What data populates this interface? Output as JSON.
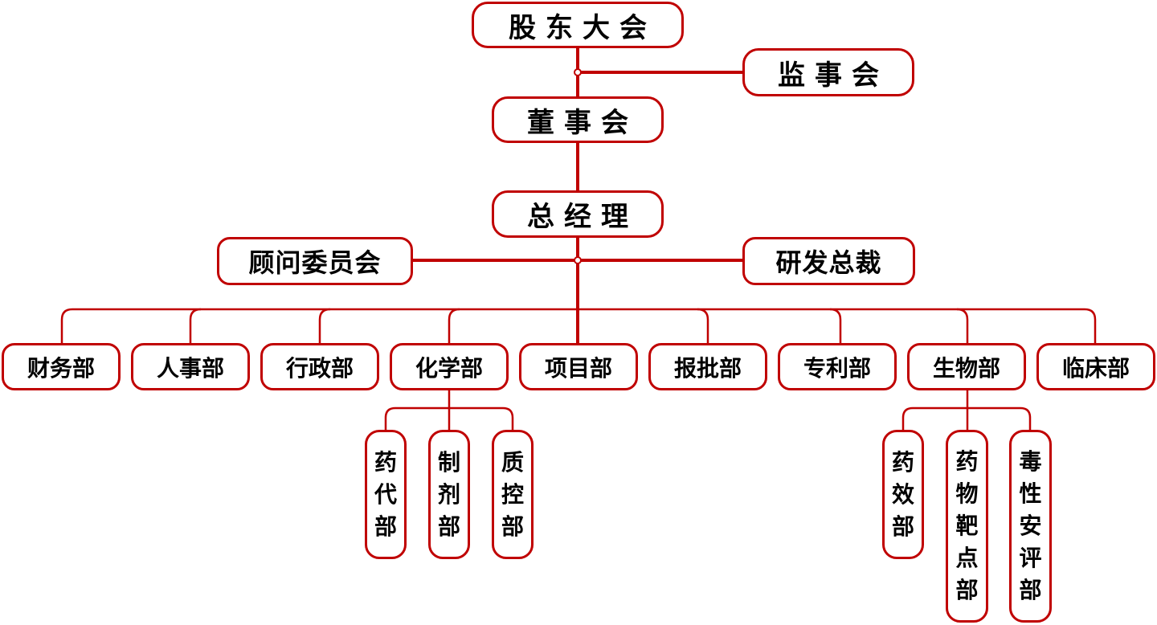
{
  "colors": {
    "line": "#c00000",
    "border": "#c00000",
    "text": "#000000",
    "background": "#ffffff"
  },
  "org": {
    "shareholders_meeting": "股东大会",
    "supervisory_board": "监事会",
    "board_of_directors": "董事会",
    "general_manager": "总经理",
    "advisory_committee": "顾问委员会",
    "rd_president": "研发总裁",
    "departments": [
      "财务部",
      "人事部",
      "行政部",
      "化学部",
      "项目部",
      "报批部",
      "专利部",
      "生物部",
      "临床部"
    ],
    "chemistry_subunits": [
      "药代部",
      "制剂部",
      "质控部"
    ],
    "biology_subunits": [
      "药效部",
      "药物靶点部",
      "毒性安评部"
    ]
  }
}
